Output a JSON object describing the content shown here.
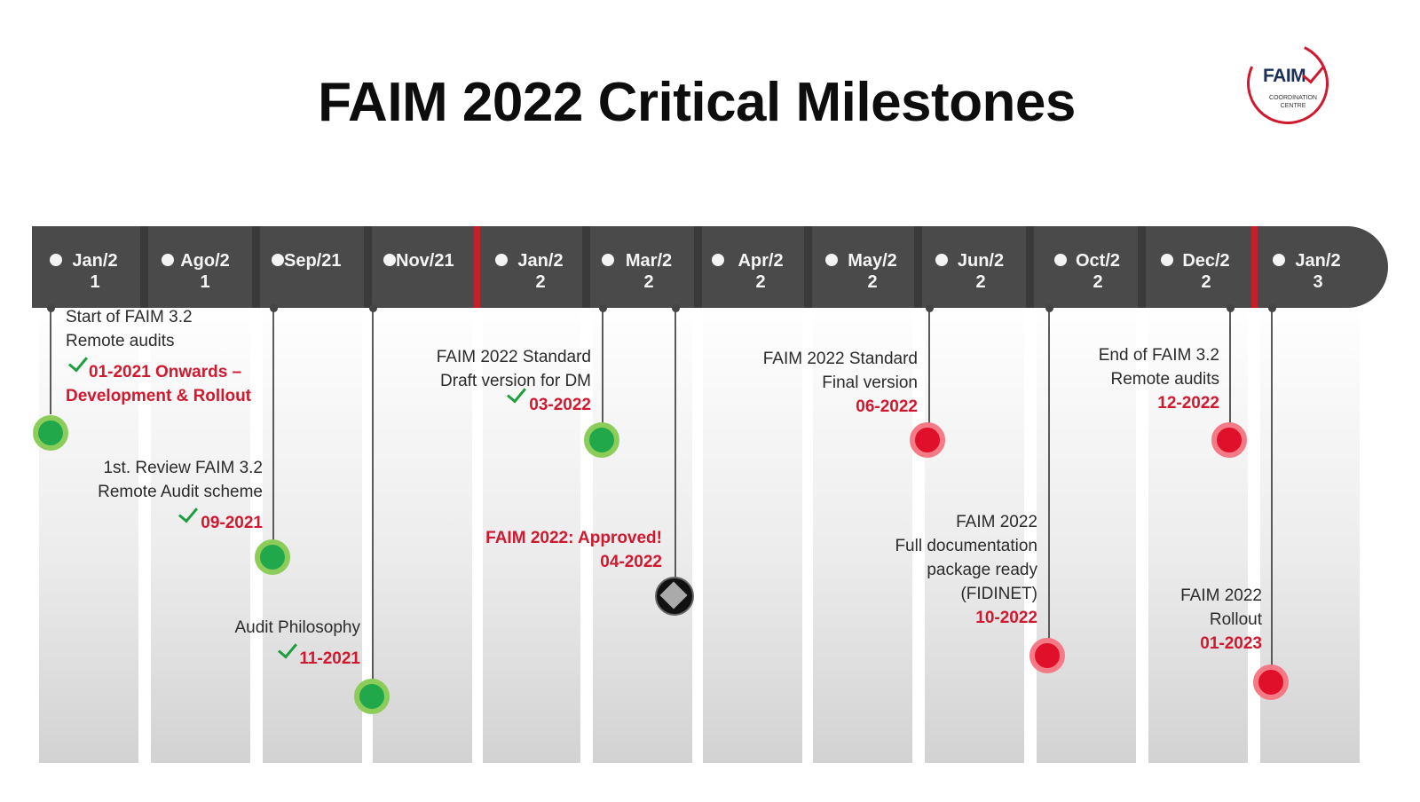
{
  "title": "FAIM 2022 Critical Milestones",
  "logo": {
    "word": "FAIM",
    "subtitle": "COORDINATION CENTRE",
    "colors": {
      "ring": "#d0192f",
      "text": "#1c2f57"
    }
  },
  "timeline": {
    "months": [
      {
        "line1": "Jan/2",
        "line2": "1"
      },
      {
        "line1": "Ago/2",
        "line2": "1"
      },
      {
        "line1": "Sep/21",
        "line2": ""
      },
      {
        "line1": "Nov/21",
        "line2": ""
      },
      {
        "line1": "Jan/2",
        "line2": "2"
      },
      {
        "line1": "Mar/2",
        "line2": "2"
      },
      {
        "line1": "Apr/2",
        "line2": "2"
      },
      {
        "line1": "May/2",
        "line2": "2"
      },
      {
        "line1": "Jun/2",
        "line2": "2"
      },
      {
        "line1": "Oct/2",
        "line2": "2"
      },
      {
        "line1": "Dec/2",
        "line2": "2"
      },
      {
        "line1": "Jan/2",
        "line2": "3"
      }
    ]
  },
  "milestones": {
    "start_faim32": {
      "line1": "Start of FAIM 3.2",
      "line2": "Remote audits",
      "red1": "01-2021 Onwards –",
      "red2": "Development & Rollout",
      "status": "completed"
    },
    "review": {
      "line1": "1st. Review FAIM 3.2",
      "line2": "Remote Audit scheme",
      "date": "09-2021",
      "status": "completed"
    },
    "philosophy": {
      "line1": "Audit Philosophy",
      "date": "11-2021",
      "status": "completed"
    },
    "draft": {
      "line1": "FAIM 2022 Standard",
      "line2": "Draft version for DM",
      "date": "03-2022",
      "status": "completed"
    },
    "approved": {
      "line1": "FAIM 2022: Approved!",
      "date": "04-2022",
      "status": "approved"
    },
    "final": {
      "line1": "FAIM 2022 Standard",
      "line2": "Final version",
      "date": "06-2022",
      "status": "pending"
    },
    "docs": {
      "line1": "FAIM 2022",
      "line2": "Full documentation",
      "line3": "package ready",
      "line4": "(FIDINET)",
      "date": "10-2022",
      "status": "pending"
    },
    "end_faim32": {
      "line1": "End of FAIM 3.2",
      "line2": "Remote audits",
      "date": "12-2022",
      "status": "pending"
    },
    "rollout": {
      "line1": "FAIM 2022",
      "line2": "Rollout",
      "date": "01-2023",
      "status": "pending"
    }
  },
  "colors": {
    "completed": "#21a84b",
    "pending": "#e0102a",
    "date_text": "#d0192f",
    "bar": "#4a4a4a",
    "check": "#1e9e3e"
  }
}
